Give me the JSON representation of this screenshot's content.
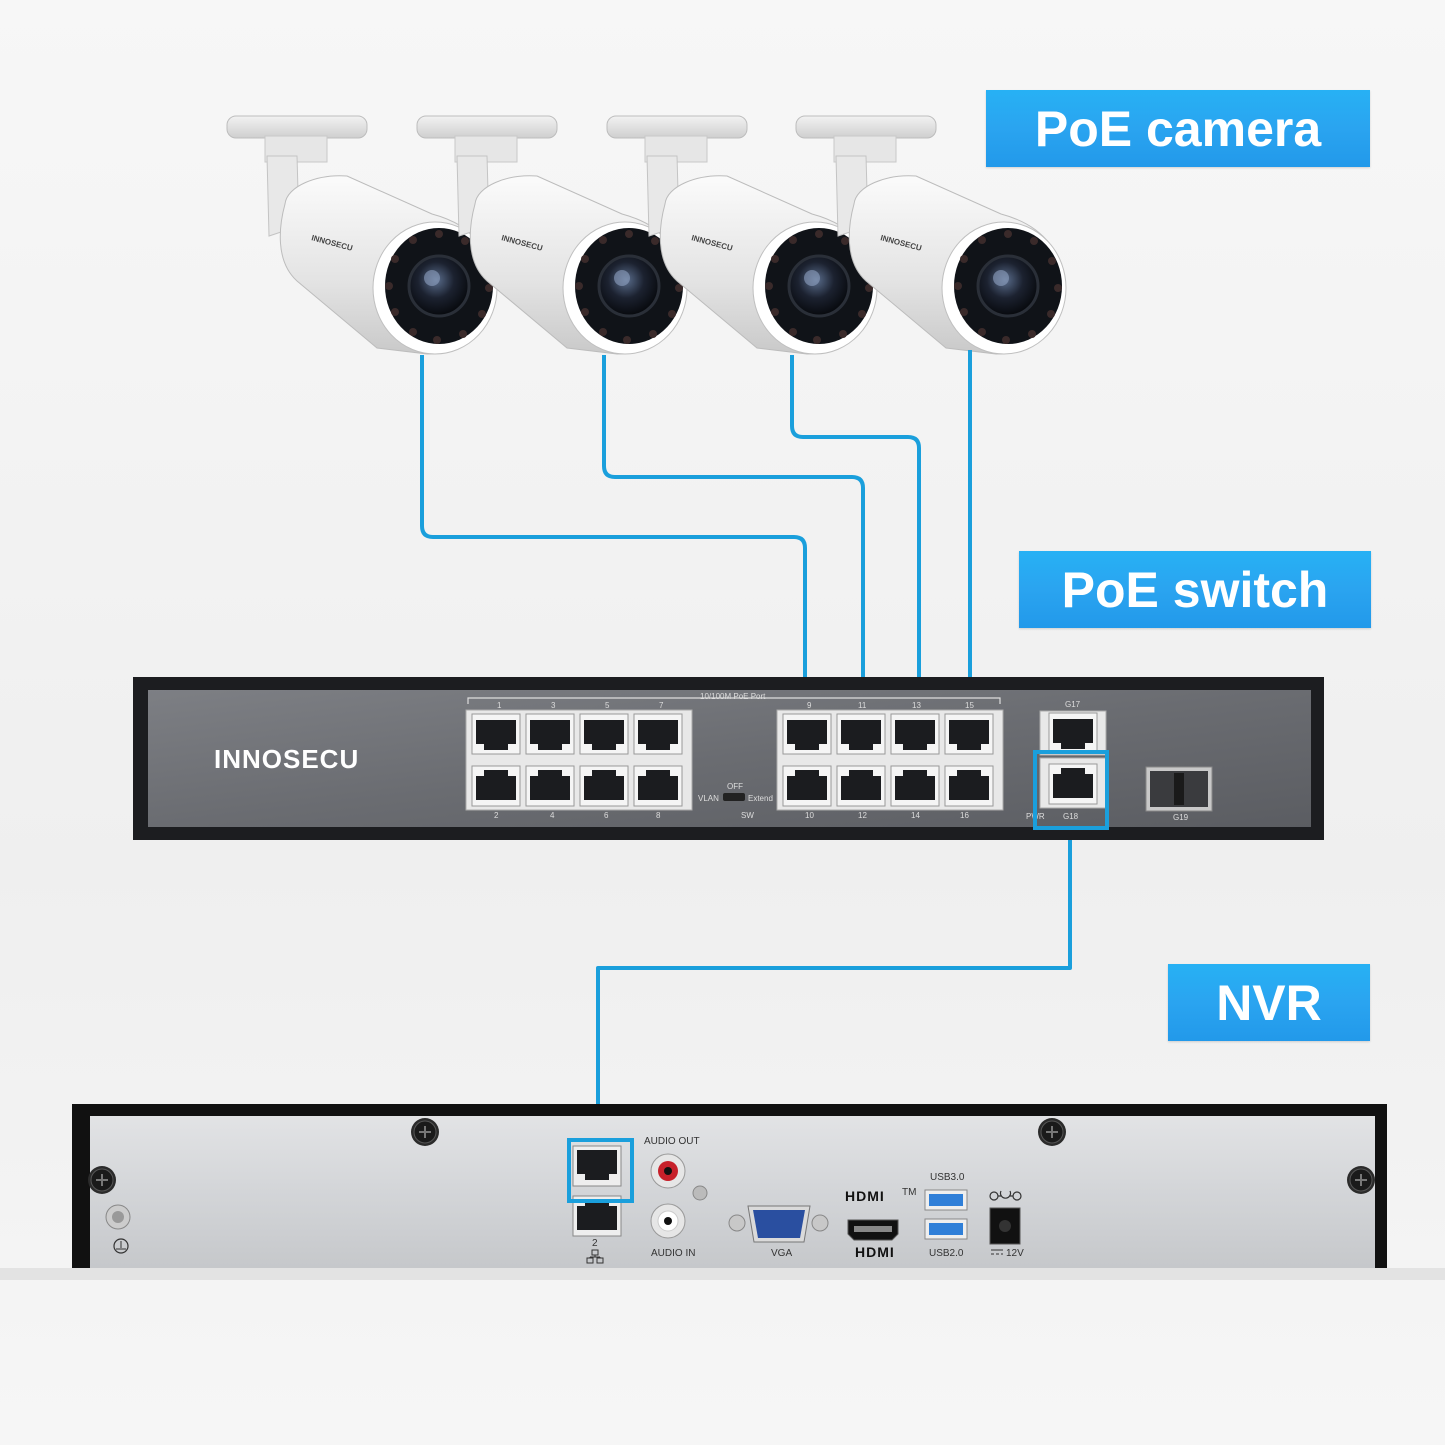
{
  "callouts": {
    "camera": "PoE camera",
    "switch": "PoE switch",
    "nvr": "NVR"
  },
  "camera": {
    "brand": "INNOSECU",
    "count": 4
  },
  "switch": {
    "brand": "INNOSECU",
    "port_group_label": "10/100M PoE Port",
    "top_port_numbers": [
      "1",
      "3",
      "5",
      "7",
      "9",
      "11",
      "13",
      "15"
    ],
    "bottom_port_numbers": [
      "2",
      "4",
      "6",
      "8",
      "10",
      "12",
      "14",
      "16"
    ],
    "uplink_top": "G17",
    "uplink_bottom": "G18",
    "sfp": "G19",
    "pwr": "PWR",
    "switch_off": "OFF",
    "switch_vlan": "VLAN",
    "switch_extend": "Extend",
    "switch_sw": "SW"
  },
  "nvr": {
    "audio_out": "AUDIO OUT",
    "audio_in": "AUDIO IN",
    "vga": "VGA",
    "hdmi_top": "HDMI",
    "hdmi_tm": "TM",
    "hdmi_bottom": "HDMI",
    "usb3": "USB3.0",
    "usb2": "USB2.0",
    "power": "12V",
    "lan_num": "2"
  },
  "colors": {
    "cable": "#1a9fdc",
    "callout": "#2aa4f0",
    "highlight": "#1a9fdc"
  }
}
